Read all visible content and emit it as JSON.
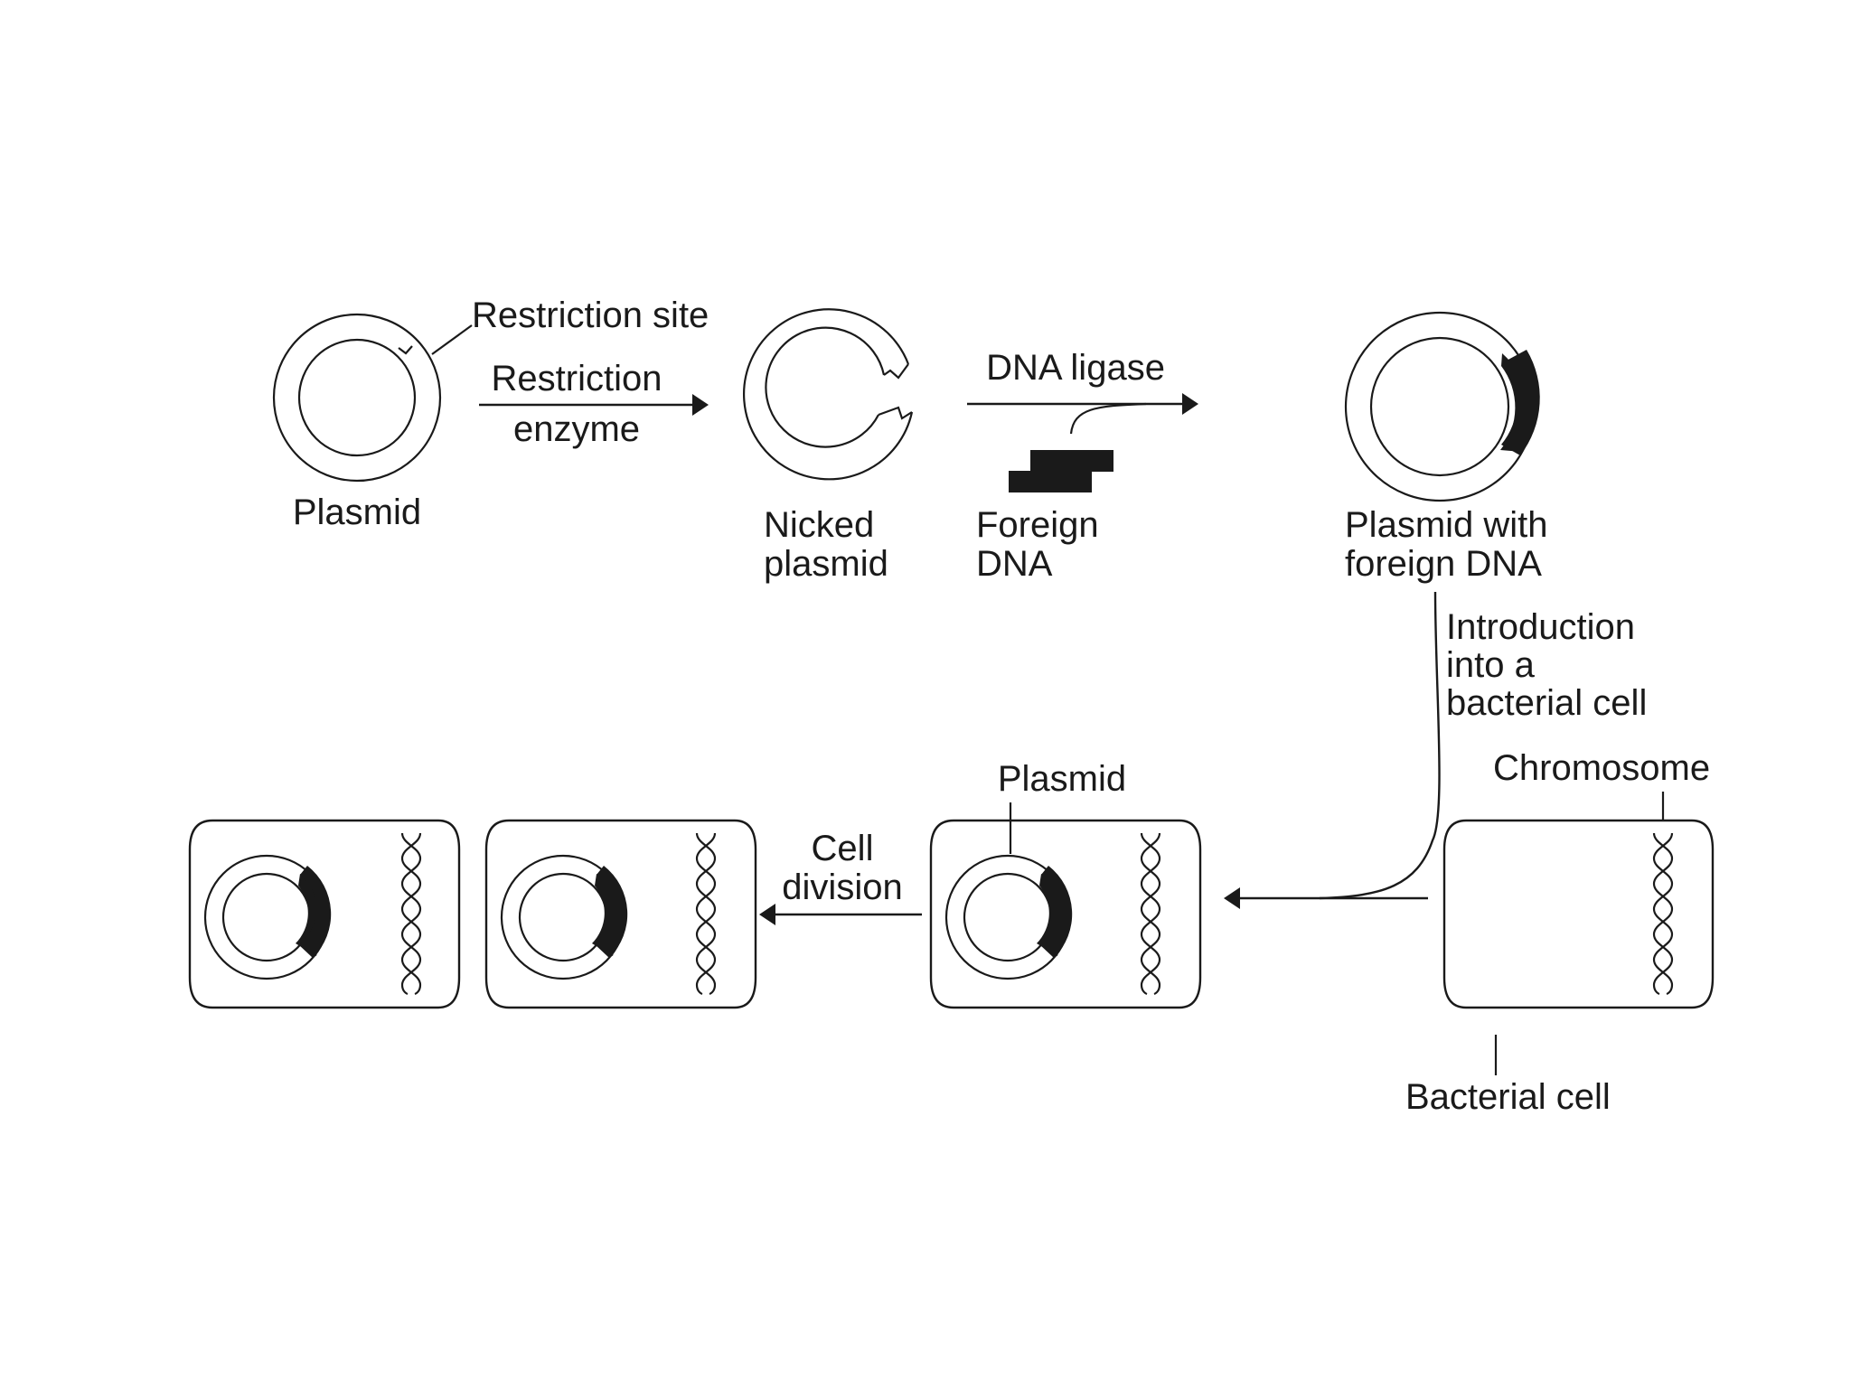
{
  "labels": {
    "restriction_site": "Restriction site",
    "restriction_enzyme_line1": "Restriction",
    "restriction_enzyme_line2": "enzyme",
    "plasmid_top": "Plasmid",
    "nicked_line1": "Nicked",
    "nicked_line2": "plasmid",
    "dna_ligase": "DNA ligase",
    "foreign_line1": "Foreign",
    "foreign_line2": "DNA",
    "plasmid_with_line1": "Plasmid with",
    "plasmid_with_line2": "foreign DNA",
    "introduction_line1": "Introduction",
    "introduction_line2": "into a",
    "introduction_line3": "bacterial cell",
    "chromosome": "Chromosome",
    "plasmid_bottom": "Plasmid",
    "cell_division_line1": "Cell",
    "cell_division_line2": "division",
    "bacterial_cell": "Bacterial cell"
  },
  "colors": {
    "ink": "#1a1a1a",
    "background": "#ffffff"
  }
}
